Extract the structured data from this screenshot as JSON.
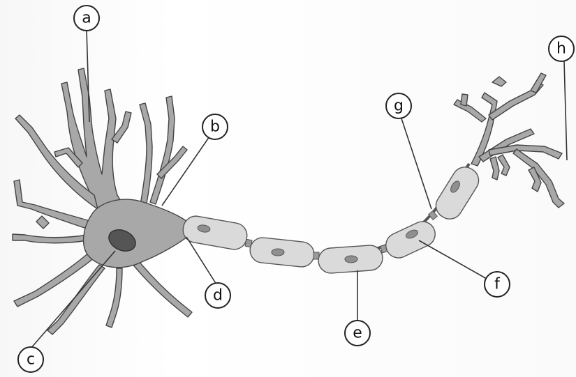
{
  "labels": {
    "a": "a",
    "b": "b",
    "c": "c",
    "d": "d",
    "e": "e",
    "f": "f",
    "g": "g",
    "h": "h"
  },
  "colors": {
    "cell_body": "#a8a8a8",
    "myelin_sheath": "#dadada",
    "nucleus": "#555555",
    "outline": "#444444"
  }
}
